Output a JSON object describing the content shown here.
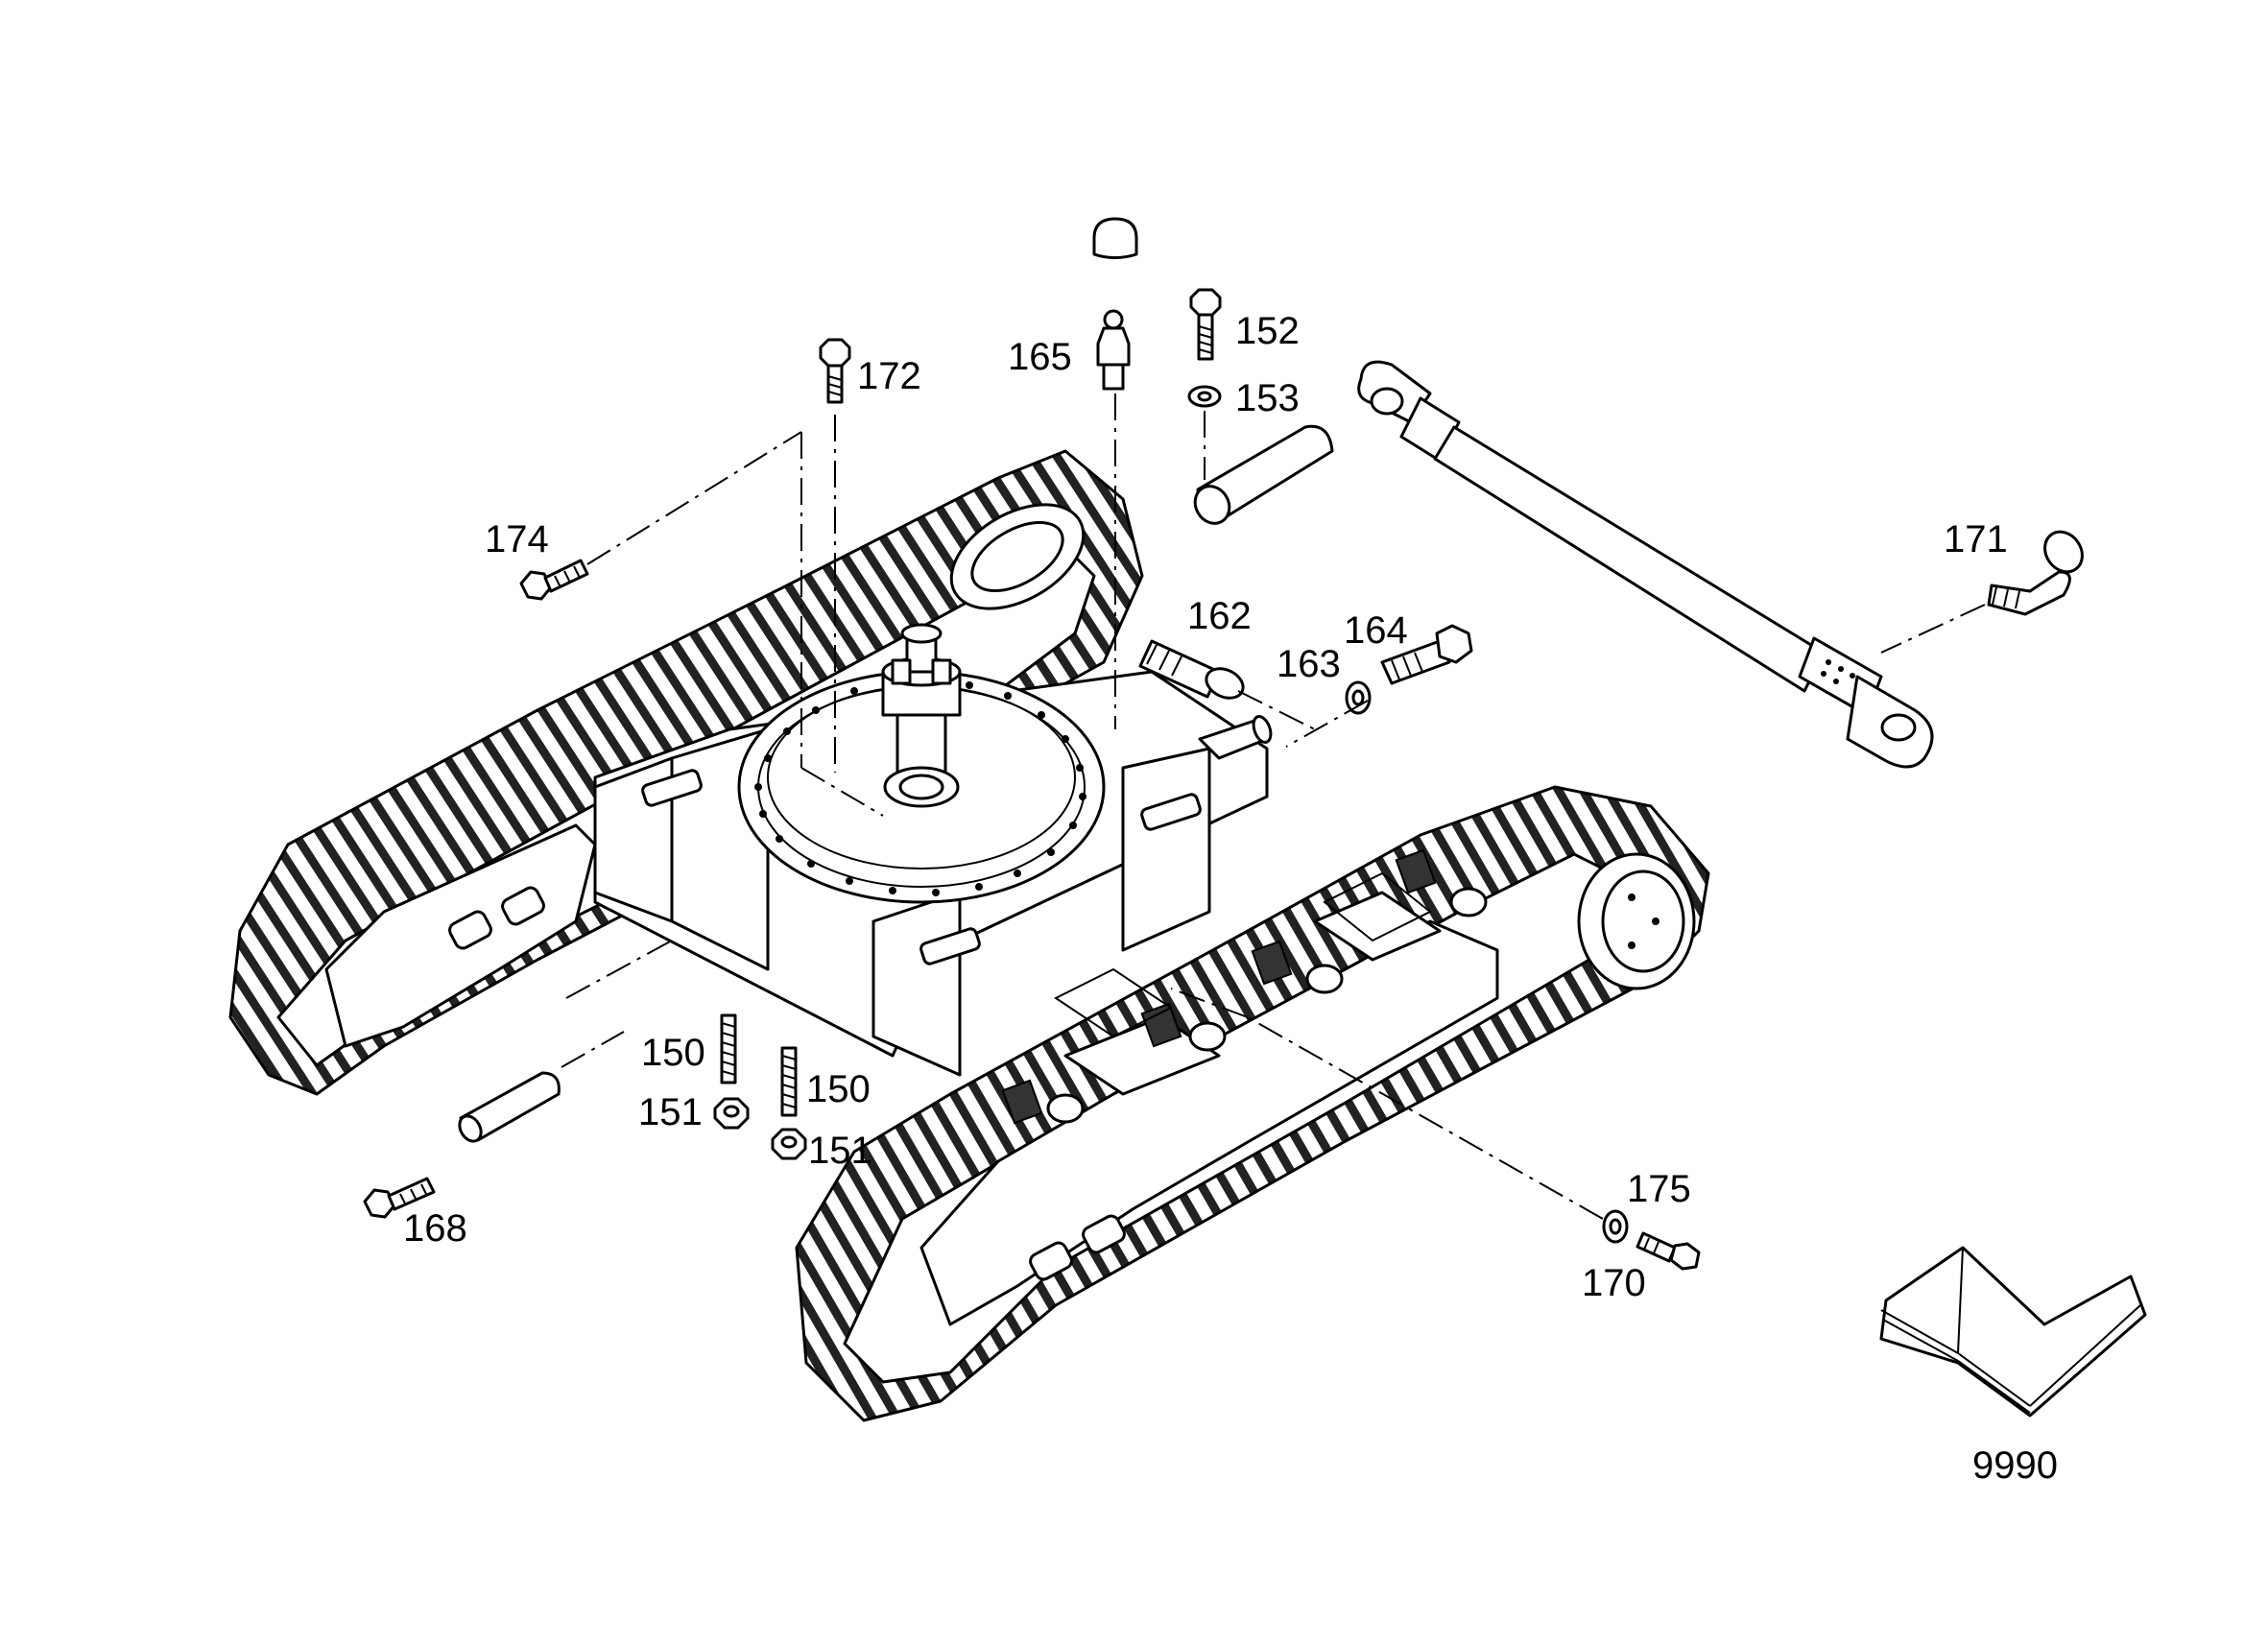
{
  "callouts": {
    "c150a": "150",
    "c150b": "150",
    "c151a": "151",
    "c151b": "151",
    "c152": "152",
    "c153": "153",
    "c162": "162",
    "c163": "163",
    "c164": "164",
    "c165": "165",
    "c168": "168",
    "c170": "170",
    "c171": "171",
    "c172": "172",
    "c174": "174",
    "c175": "175",
    "c9990": "9990"
  },
  "icons": {
    "manual": "open-book-icon",
    "undercarriage": "crawler-undercarriage-drawing"
  }
}
